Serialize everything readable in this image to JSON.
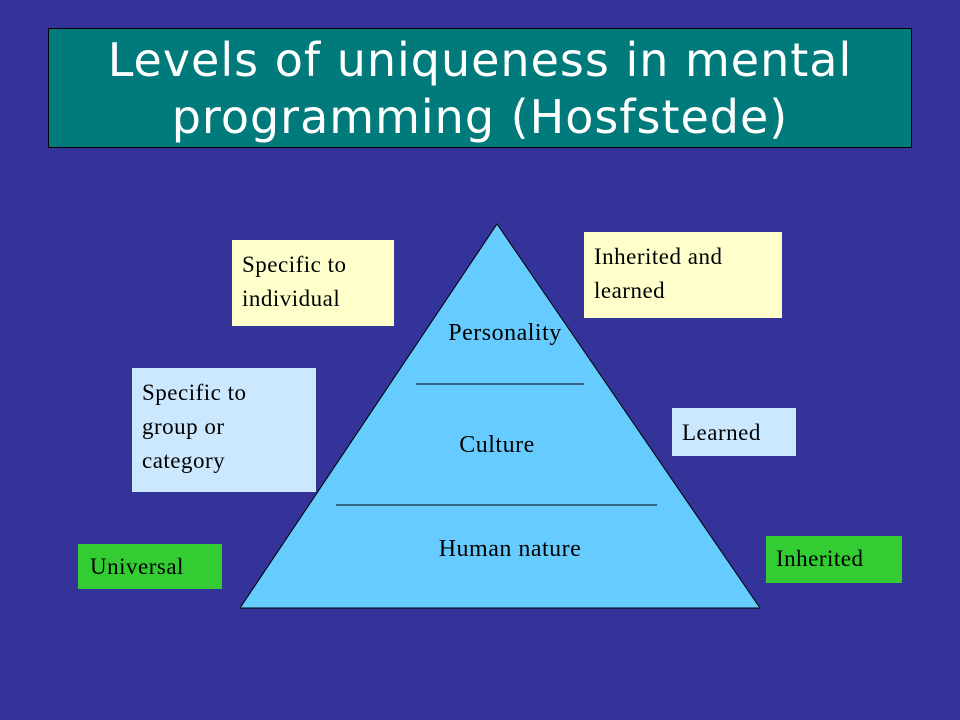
{
  "title": {
    "line1": "Levels of uniqueness in mental",
    "line2": "programming (Hosfstede)"
  },
  "pyramid": {
    "layers": {
      "top": "Personality",
      "middle": "Culture",
      "bottom": "Human nature"
    }
  },
  "left_notes": {
    "individual": {
      "line1": "Specific to",
      "line2": "individual"
    },
    "group": {
      "line1": "Specific to",
      "line2": "group or",
      "line3": "category"
    },
    "universal": "Universal"
  },
  "right_notes": {
    "inherited_learned": {
      "line1": "Inherited and",
      "line2": "learned"
    },
    "learned": "Learned",
    "inherited": "Inherited"
  },
  "colors": {
    "background": "#333399",
    "title_box": "#007a7a",
    "pyramid_fill": "#66ccff",
    "note_yellow": "#ffffcc",
    "note_light_blue": "#cce8ff",
    "note_green": "#33cc33"
  }
}
